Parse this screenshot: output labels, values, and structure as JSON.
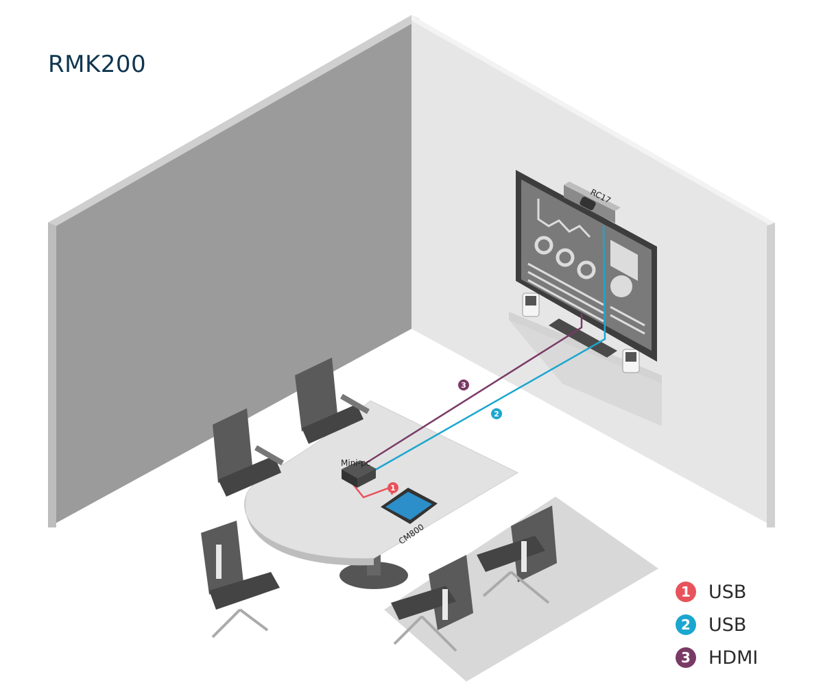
{
  "title": "RMK200",
  "devices": {
    "camera": "RC17",
    "minipc": "Mini-pc",
    "touch": "CM800"
  },
  "connections": [
    {
      "num": "1",
      "label": "USB",
      "color": "#e8525a"
    },
    {
      "num": "2",
      "label": "USB",
      "color": "#1ba6cf"
    },
    {
      "num": "3",
      "label": "HDMI",
      "color": "#7a3a66"
    }
  ]
}
